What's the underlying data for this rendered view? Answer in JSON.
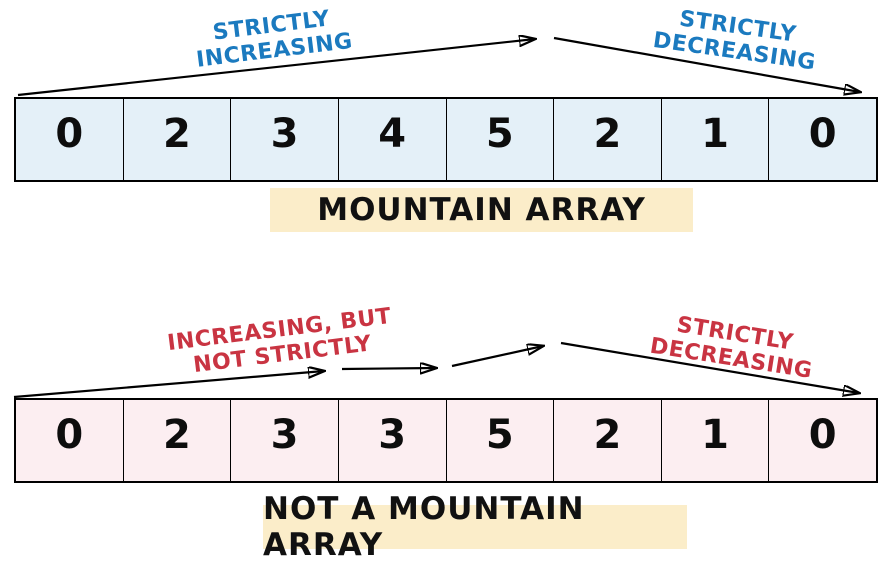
{
  "colors": {
    "blue_text": "#1b7abf",
    "red_text": "#c93442",
    "mountain_cell_bg": "#e4f0f8",
    "not_mountain_cell_bg": "#fceef1",
    "label_bg": "#fbedc9",
    "arrow_color": "#000000"
  },
  "mountain": {
    "annotations": {
      "increasing": {
        "line1": "STRICTLY",
        "line2": "INCREASING"
      },
      "decreasing": {
        "line1": "STRICTLY",
        "line2": "DECREASING"
      }
    },
    "values": [
      "0",
      "2",
      "3",
      "4",
      "5",
      "2",
      "1",
      "0"
    ],
    "caption": "MOUNTAIN ARRAY"
  },
  "not_mountain": {
    "annotations": {
      "increasing": {
        "line1": "INCREASING, BUT",
        "line2": "NOT STRICTLY"
      },
      "decreasing": {
        "line1": "STRICTLY",
        "line2": "DECREASING"
      }
    },
    "values": [
      "0",
      "2",
      "3",
      "3",
      "5",
      "2",
      "1",
      "0"
    ],
    "caption": "NOT A MOUNTAIN ARRAY"
  }
}
